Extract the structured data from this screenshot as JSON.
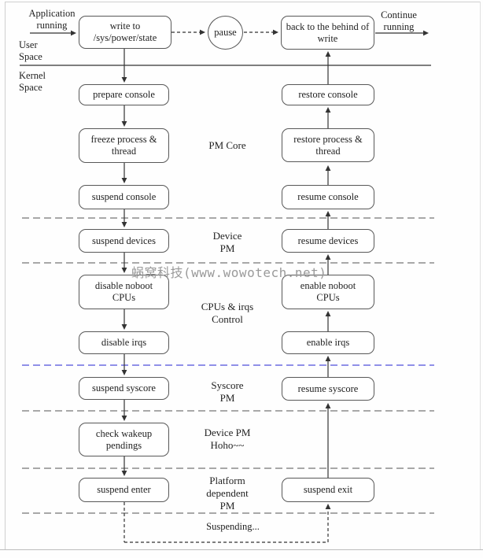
{
  "labels": {
    "application_running": "Application\nrunning",
    "user_space": "User\nSpace",
    "kernel_space": "Kernel\nSpace",
    "continue_running": "Continue\nrunning",
    "suspending": "Suspending..."
  },
  "watermark": "蜗窝科技(www.wowotech.net)",
  "nodes": [
    {
      "id": "write-to-sys-power-state",
      "label": "write to\n/sys/power/state",
      "shape": "rounded-rect"
    },
    {
      "id": "pause",
      "label": "pause",
      "shape": "circle"
    },
    {
      "id": "back-to-the-behind-of-write",
      "label": "back to the behind of\nwrite",
      "shape": "rounded-rect"
    },
    {
      "id": "prepare-console",
      "label": "prepare console",
      "shape": "rounded-rect"
    },
    {
      "id": "freeze-process-thread",
      "label": "freeze process & thread",
      "shape": "rounded-rect"
    },
    {
      "id": "suspend-console",
      "label": "suspend console",
      "shape": "rounded-rect"
    },
    {
      "id": "suspend-devices",
      "label": "suspend devices",
      "shape": "rounded-rect"
    },
    {
      "id": "disable-noboot-cpus",
      "label": "disable noboot\nCPUs",
      "shape": "rounded-rect"
    },
    {
      "id": "disable-irqs",
      "label": "disable irqs",
      "shape": "rounded-rect"
    },
    {
      "id": "suspend-syscore",
      "label": "suspend syscore",
      "shape": "rounded-rect"
    },
    {
      "id": "check-wakeup-pendings",
      "label": "check wakeup pendings",
      "shape": "rounded-rect"
    },
    {
      "id": "suspend-enter",
      "label": "suspend enter",
      "shape": "rounded-rect"
    },
    {
      "id": "restore-console",
      "label": "restore console",
      "shape": "rounded-rect"
    },
    {
      "id": "restore-process-thread",
      "label": "restore process & thread",
      "shape": "rounded-rect"
    },
    {
      "id": "resume-console",
      "label": "resume console",
      "shape": "rounded-rect"
    },
    {
      "id": "resume-devices",
      "label": "resume devices",
      "shape": "rounded-rect"
    },
    {
      "id": "enable-noboot-cpus",
      "label": "enable noboot\nCPUs",
      "shape": "rounded-rect"
    },
    {
      "id": "enable-irqs",
      "label": "enable irqs",
      "shape": "rounded-rect"
    },
    {
      "id": "resume-syscore",
      "label": "resume syscore",
      "shape": "rounded-rect"
    },
    {
      "id": "suspend-exit",
      "label": "suspend exit",
      "shape": "rounded-rect"
    }
  ],
  "section_labels": [
    {
      "id": "pm-core",
      "label": "PM Core"
    },
    {
      "id": "device-pm",
      "label": "Device\nPM"
    },
    {
      "id": "cpus-irqs-control",
      "label": "CPUs & irqs\nControl"
    },
    {
      "id": "syscore-pm",
      "label": "Syscore\nPM"
    },
    {
      "id": "device-pm-hoho",
      "label": "Device PM\nHoho~~"
    },
    {
      "id": "platform-dependent-pm",
      "label": "Platform\ndependent\nPM"
    }
  ],
  "colors": {
    "box_border": "#585858",
    "connector": "#333333",
    "divider": "#8c8c8c",
    "divider_accent_blue": "#6c6ce0",
    "text": "#222222",
    "watermark": "#9a9a9a",
    "background": "#fefefe",
    "frame_border": "#cfcfcf"
  }
}
